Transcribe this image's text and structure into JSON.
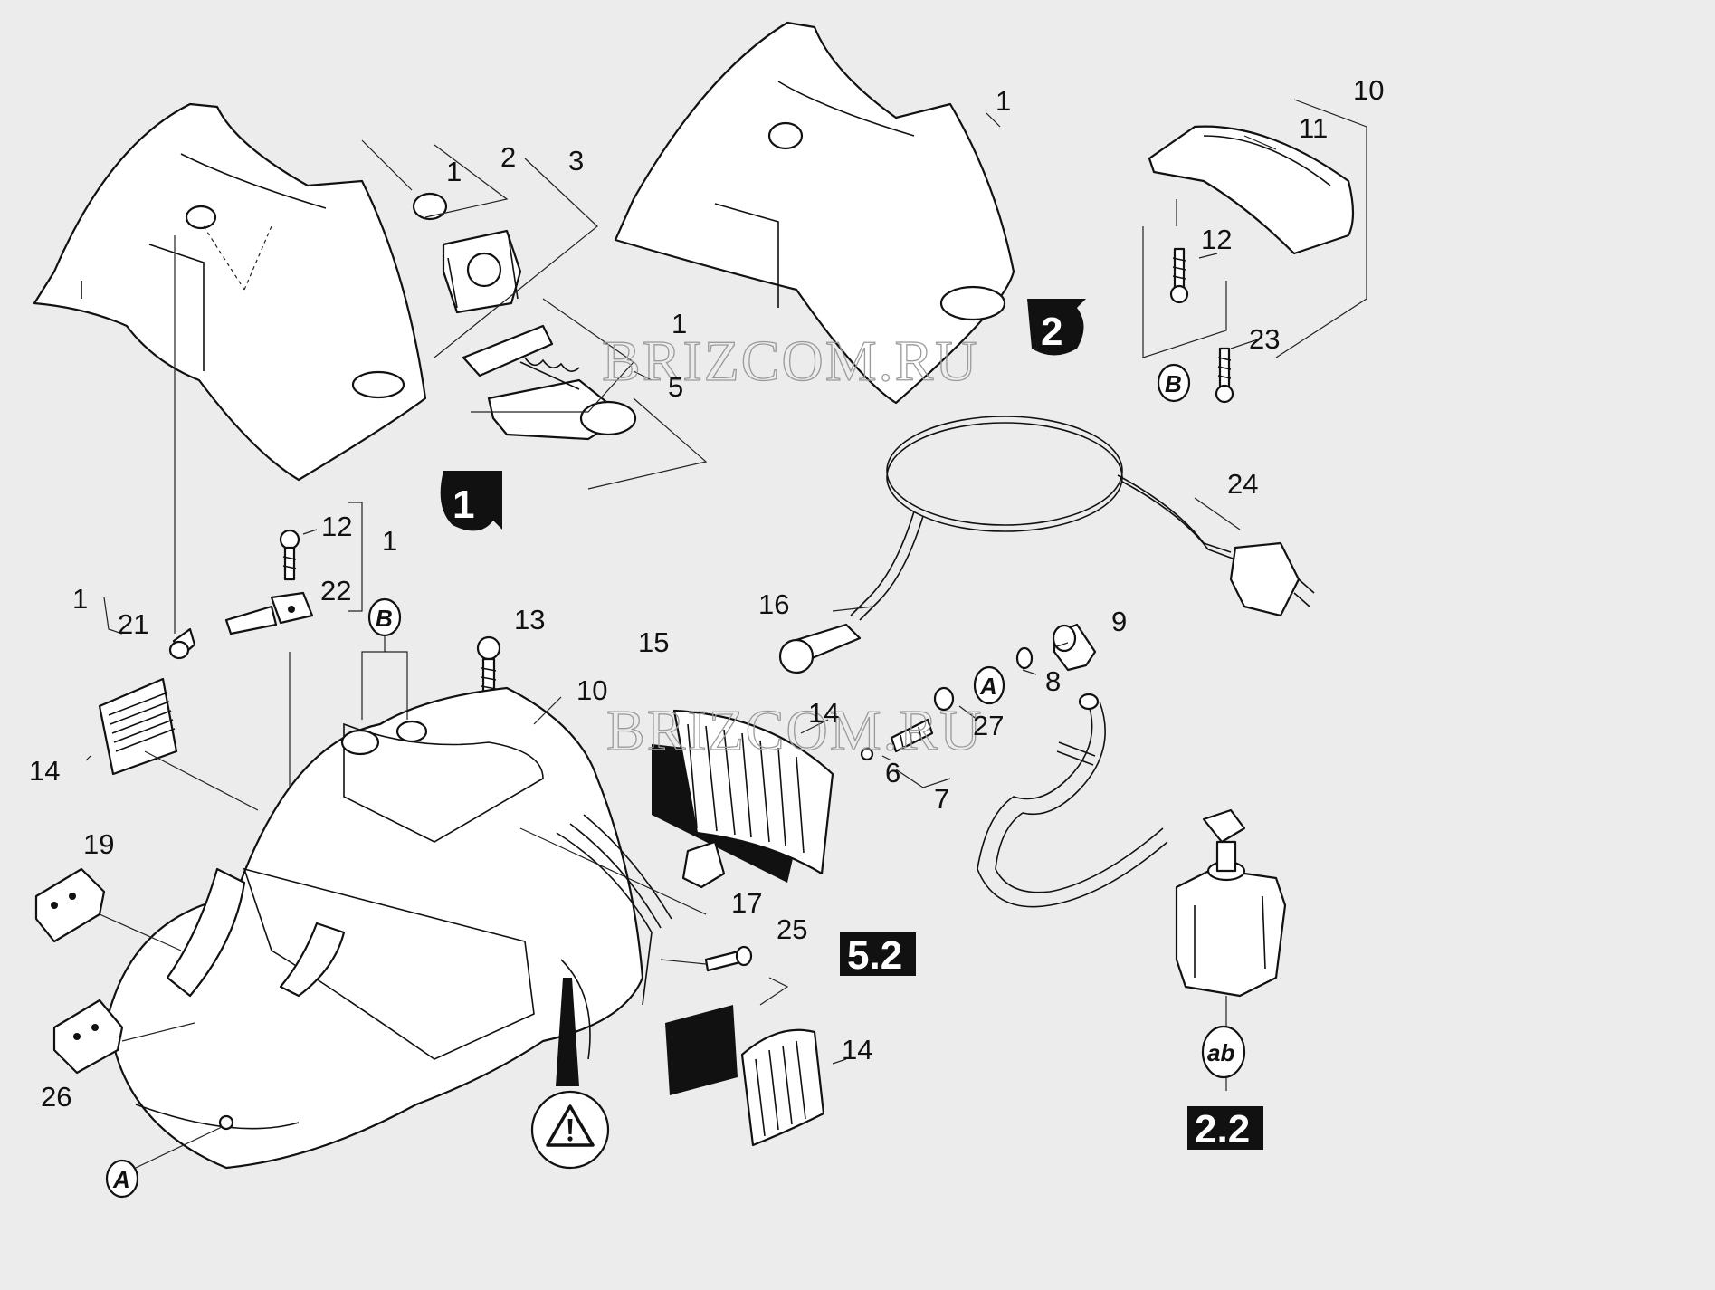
{
  "watermark": "BRIZCOM.RU",
  "callouts": [
    "1",
    "2",
    "3",
    "1",
    "1",
    "5",
    "1",
    "10",
    "11",
    "12",
    "23",
    "24",
    "12",
    "1",
    "22",
    "21",
    "1",
    "13",
    "16",
    "9",
    "8",
    "27",
    "6",
    "7",
    "10",
    "15",
    "14",
    "14",
    "19",
    "26",
    "17",
    "25",
    "14"
  ],
  "badges": {
    "group1": "1",
    "group2": "2",
    "ref_5_2": "5.2",
    "ref_2_2": "2.2"
  },
  "circle_refs": {
    "b_top": "B",
    "b_right": "B",
    "a_fitting": "A",
    "a_base": "A",
    "ab_pump": "ab"
  },
  "icons": [
    "warning-triangle-icon"
  ]
}
